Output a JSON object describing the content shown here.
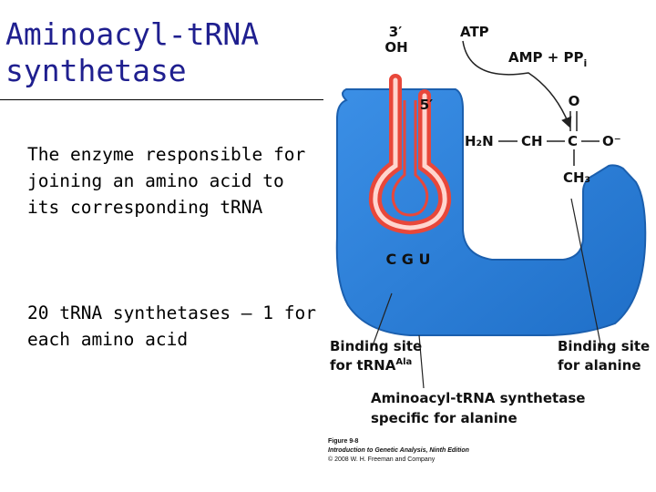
{
  "slide": {
    "title_line1": "Aminoacyl-tRNA",
    "title_line2": "synthetase",
    "paragraph1": "The enzyme responsible for joining an amino acid to its corresponding tRNA",
    "paragraph2": "20 tRNA synthetases – 1 for each amino acid"
  },
  "figure": {
    "end_3prime": "3′",
    "end_oh": "OH",
    "end_5prime": "5′",
    "atp": "ATP",
    "amp_ppi": "AMP + PP",
    "amp_ppi_sub": "i",
    "o_top": "O",
    "h2n": "H₂N",
    "ch": "CH",
    "c": "C",
    "o_minus": "O⁻",
    "ch3": "CH₃",
    "anticodon": "C G U",
    "binding_trna_line1": "Binding site",
    "binding_trna_line2": "for tRNA",
    "binding_trna_sup": "Ala",
    "binding_ala_line1": "Binding site",
    "binding_ala_line2": "for alanine",
    "enzyme_line1": "Aminoacyl-tRNA synthetase",
    "enzyme_line2": "specific for alanine",
    "caption_line1": "Figure 9-8",
    "caption_line2": "Introduction to Genetic Analysis, Ninth Edition",
    "caption_line3": "© 2008 W. H. Freeman and Company"
  },
  "colors": {
    "title": "#1f1f8f",
    "enzyme_blue": "#2e7fd6",
    "enzyme_edge": "#1b5fae",
    "trna_red": "#e8473a",
    "trna_fill": "#ffd6cf"
  }
}
